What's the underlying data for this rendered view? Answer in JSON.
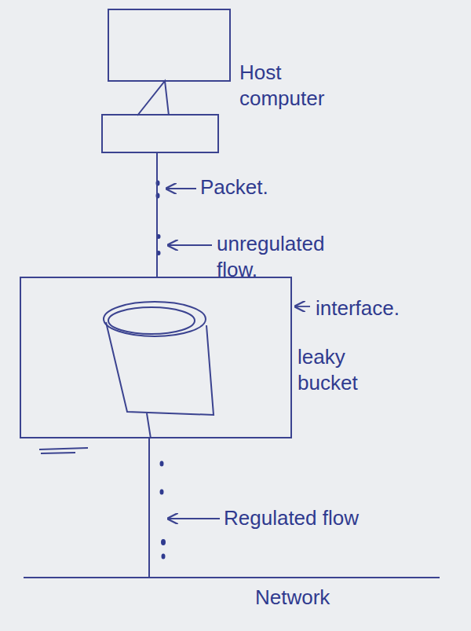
{
  "diagram": {
    "nodes": [
      {
        "text": [
          "Host computer"
        ]
      },
      {
        "text": [
          "interface.",
          "leaky bucket"
        ]
      },
      {
        "text": [
          "Network"
        ]
      }
    ],
    "edges": [
      {
        "from": 0,
        "to": 1,
        "arrow": "none"
      },
      {
        "from": 1,
        "to": 2,
        "arrow": "none"
      }
    ],
    "labels": [
      "Packet.",
      "unregulated flow.",
      "Regulated flow"
    ]
  }
}
